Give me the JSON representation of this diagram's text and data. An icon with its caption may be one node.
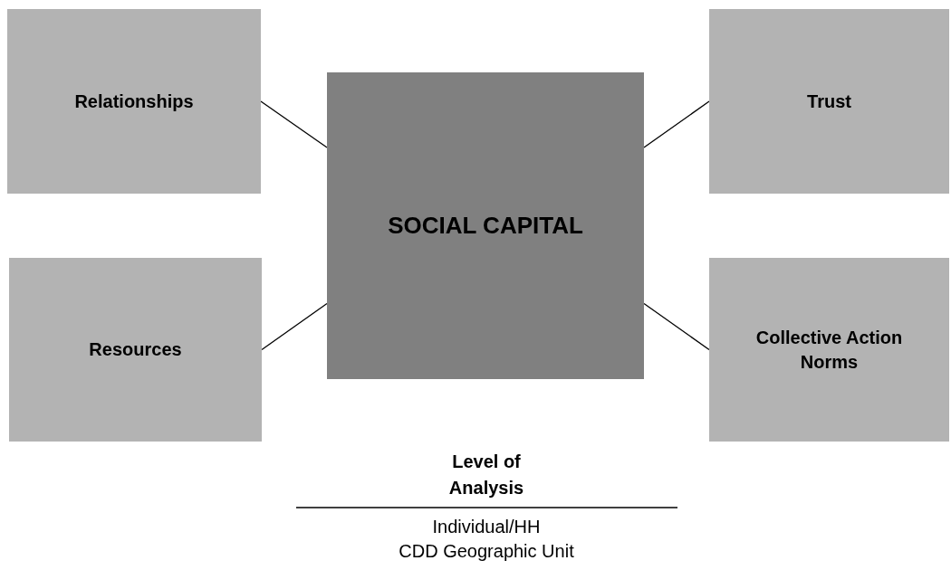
{
  "diagram": {
    "nodes": [
      {
        "text": [
          "Relationships"
        ]
      },
      {
        "text": [
          "Trust"
        ]
      },
      {
        "text": [
          "SOCIAL CAPITAL"
        ]
      },
      {
        "text": [
          "Resources"
        ]
      },
      {
        "text": [
          "Collective Action Norms"
        ]
      }
    ],
    "edges": [
      {
        "from": 2,
        "to": 0,
        "arrow": "none"
      },
      {
        "from": 2,
        "to": 1,
        "arrow": "none"
      },
      {
        "from": 2,
        "to": 3,
        "arrow": "none"
      },
      {
        "from": 2,
        "to": 4,
        "arrow": "none"
      }
    ],
    "labels": [
      "Level of Analysis",
      "Individual/HH",
      "CDD Geographic Unit"
    ]
  }
}
